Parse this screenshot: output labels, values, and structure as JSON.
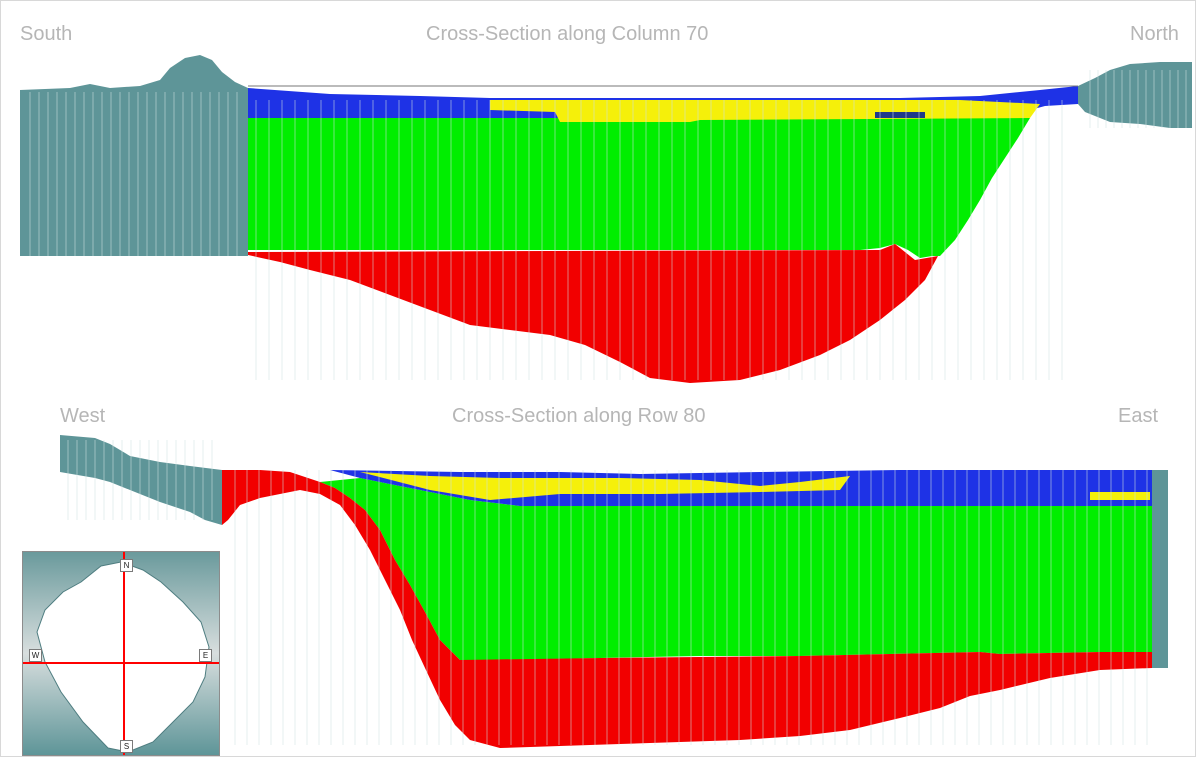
{
  "sections": [
    {
      "title": "Cross-Section along Column  70",
      "left_label": "South",
      "right_label": "North"
    },
    {
      "title": "Cross-Section along Row  80",
      "left_label": "West",
      "right_label": "East"
    }
  ],
  "key_map": {
    "compass": {
      "north": "N",
      "south": "S",
      "west": "W",
      "east": "E"
    }
  },
  "colors": {
    "outside_model": "#5e9598",
    "layer_blue": "#1e32e6",
    "layer_yellow": "#f5f00a",
    "layer_green": "#00ee00",
    "layer_red": "#f20000",
    "column_line": "#d0e2e2",
    "section_line": "#ff0000"
  }
}
